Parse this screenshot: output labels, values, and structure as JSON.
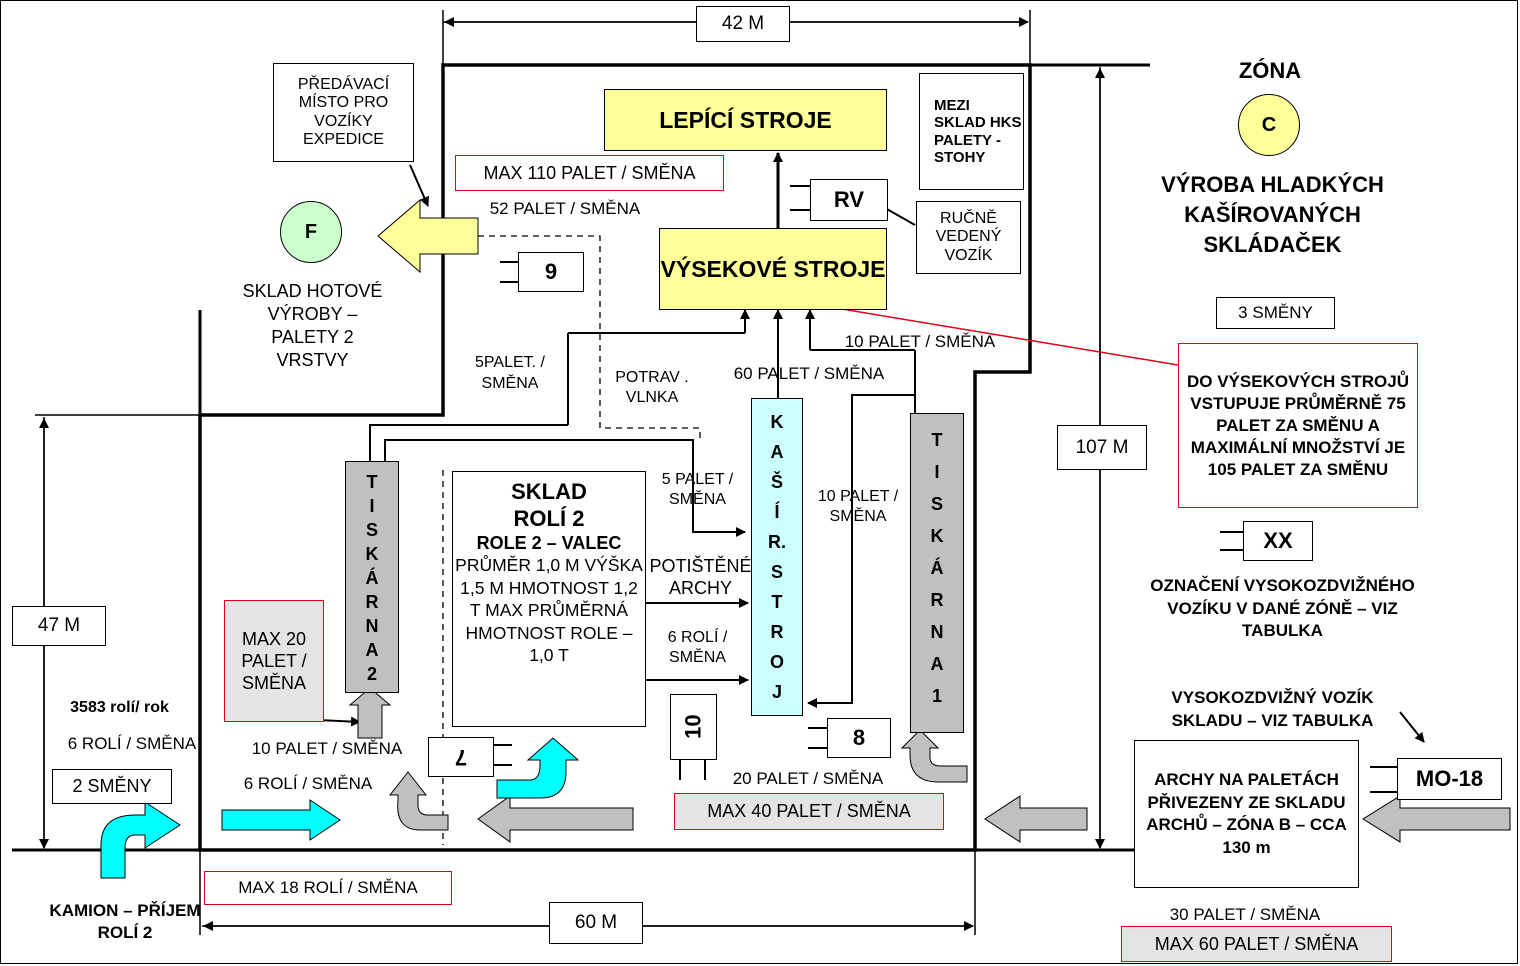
{
  "dimensions": {
    "width_42": "42 M",
    "height_107": "107 M",
    "height_47": "47 M",
    "width_60": "60 M"
  },
  "zone": {
    "title": "ZÓNA",
    "letter": "C",
    "name": "VÝROBA HLADKÝCH KAŠÍROVANÝCH SKLÁDAČEK",
    "shifts": "3 SMĚNY"
  },
  "zone_f": {
    "letter": "F",
    "label": "SKLAD HOTOVÉ VÝROBY – PALETY 2 VRSTVY"
  },
  "handover": "PŘEDÁVACÍ MÍSTO PRO VOZÍKY EXPEDICE",
  "lepici": "LEPÍCÍ STROJE",
  "max110": "MAX 110 PALET  / SMĚNA",
  "mezisklad": "MEZI SKLAD HKS PALETY -STOHY",
  "rv": "RV",
  "rucne": "RUČNĚ VEDENÝ VOZÍK",
  "vysekove": "VÝSEKOVÉ STROJE",
  "p52": "52 PALET / SMĚNA",
  "v9": "9",
  "p5a": "5PALET. / SMĚNA",
  "potrav": "POTRAV . VLNKA",
  "p60": "60 PALET / SMĚNA",
  "p10top": "10 PALET / SMĚNA",
  "note_red": "DO VÝSEKOVÝCH STROJŮ VSTUPUJE PRŮMĚRNĚ 75 PALET ZA SMĚNU A MAXIMÁLNÍ MNOŽSTVÍ JE 105 PALET ZA SMĚNU",
  "kasir": [
    "K",
    "A",
    "Š",
    "Í",
    "R.",
    "S",
    "T",
    "R",
    "O",
    "J"
  ],
  "tiskarna1": [
    "T",
    "I",
    "S",
    "K",
    "Á",
    "R",
    "N",
    "A",
    "1"
  ],
  "tiskarna2": [
    "T",
    "I",
    "S",
    "K",
    "Á",
    "R",
    "N",
    "A",
    "2"
  ],
  "sklad_roli": {
    "title1": "SKLAD",
    "title2": "ROLÍ  2",
    "sub": "ROLE 2 –  VALEC",
    "body": "PRŮMĚR  1,0 M VÝŠKA 1,5 M HMOTNOST 1,2 T MAX PRŮMĚRNÁ HMOTNOST ROLE – 1,0 T"
  },
  "p5b": "5 PALET / SMĚNA",
  "potistene": "POTIŠTĚNÉ ARCHY",
  "r6mid": "6 ROLÍ / SMĚNA",
  "p10mid": "10 PALET / SMĚNA",
  "max20": "MAX 20 PALET / SMĚNA",
  "rok": "3583 rolí/ rok",
  "r6left": "6 ROLÍ / SMĚNA",
  "p10bot": "10 PALET / SMĚNA",
  "r6bot": "6 ROLÍ / SMĚNA",
  "shifts2": "2 SMĚNY",
  "v7": "7",
  "v10": "10",
  "v8": "8",
  "p20": "20 PALET / SMĚNA",
  "max40": "MAX 40 PALET  / SMĚNA",
  "max18": "MAX 18 ROLÍ  / SMĚNA",
  "kamion": "KAMION – PŘÍJEM   ROLÍ 2",
  "xx": "XX",
  "oznaceni": "OZNAČENÍ VYSOKOZDVIŽNÉHO VOZÍKU V DANÉ ZÓNĚ – VIZ TABULKA",
  "vysokozdvizny": "VYSOKOZDVIŽNÝ VOZÍK SKLADU – VIZ  TABULKA",
  "archy": "ARCHY NA PALETÁCH PŘIVEZENY ZE SKLADU ARCHŮ – ZÓNA B – CCA  130 m",
  "mo18": "MO-18",
  "p30": "30 PALET / SMĚNA",
  "max60": "MAX 60 PALET  / SMĚNA",
  "colors": {
    "yellow_box": "#ffff99",
    "green_circle": "#ccffcc",
    "cyan": "#00ffff",
    "grey_bar": "#c0c0c0",
    "red": "#e0001b"
  }
}
